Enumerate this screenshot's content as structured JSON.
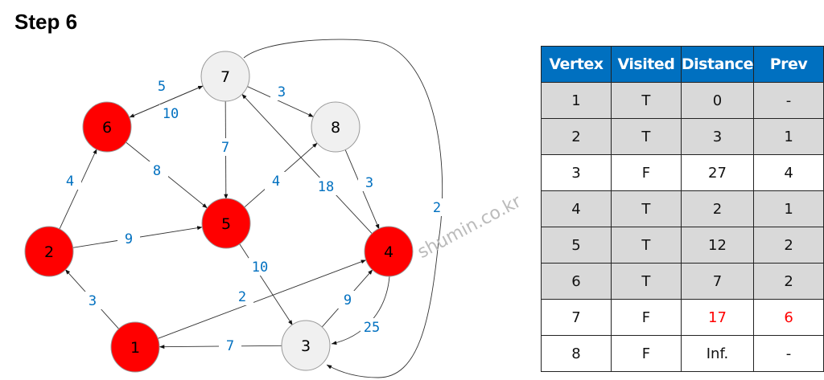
{
  "title": "Step 6",
  "watermark": "shumin.co.kr",
  "colors": {
    "visited": "#ff0000",
    "unvisited": "#f0f0f0",
    "edge_label": "#0070c0",
    "header": "#0070c0",
    "highlight": "#ff0000"
  },
  "graph": {
    "nodes": [
      {
        "id": "1",
        "visited": true
      },
      {
        "id": "2",
        "visited": true
      },
      {
        "id": "3",
        "visited": false
      },
      {
        "id": "4",
        "visited": true
      },
      {
        "id": "5",
        "visited": true
      },
      {
        "id": "6",
        "visited": true
      },
      {
        "id": "7",
        "visited": false
      },
      {
        "id": "8",
        "visited": false
      }
    ],
    "edges": [
      {
        "from": "7",
        "to": "6",
        "weight": "5"
      },
      {
        "from": "6",
        "to": "7",
        "weight": "10"
      },
      {
        "from": "7",
        "to": "8",
        "weight": "3"
      },
      {
        "from": "7",
        "to": "5",
        "weight": "7"
      },
      {
        "from": "6",
        "to": "5",
        "weight": "8"
      },
      {
        "from": "5",
        "to": "8",
        "weight": "4"
      },
      {
        "from": "4",
        "to": "7",
        "weight": "18"
      },
      {
        "from": "8",
        "to": "4",
        "weight": "3"
      },
      {
        "from": "2",
        "to": "6",
        "weight": "4"
      },
      {
        "from": "2",
        "to": "5",
        "weight": "9"
      },
      {
        "from": "5",
        "to": "3",
        "weight": "10"
      },
      {
        "from": "1",
        "to": "2",
        "weight": "3"
      },
      {
        "from": "1",
        "to": "4",
        "weight": "2"
      },
      {
        "from": "3",
        "to": "4",
        "weight": "9"
      },
      {
        "from": "4",
        "to": "3",
        "weight": "25"
      },
      {
        "from": "3",
        "to": "1",
        "weight": "7"
      },
      {
        "from": "7",
        "to": "3",
        "weight": "2"
      }
    ]
  },
  "table": {
    "headers": [
      "Vertex",
      "Visited",
      "Distance",
      "Prev"
    ],
    "rows": [
      {
        "vertex": "1",
        "visited": "T",
        "distance": "0",
        "prev": "-",
        "highlight": false
      },
      {
        "vertex": "2",
        "visited": "T",
        "distance": "3",
        "prev": "1",
        "highlight": false
      },
      {
        "vertex": "3",
        "visited": "F",
        "distance": "27",
        "prev": "4",
        "highlight": false
      },
      {
        "vertex": "4",
        "visited": "T",
        "distance": "2",
        "prev": "1",
        "highlight": false
      },
      {
        "vertex": "5",
        "visited": "T",
        "distance": "12",
        "prev": "2",
        "highlight": false
      },
      {
        "vertex": "6",
        "visited": "T",
        "distance": "7",
        "prev": "2",
        "highlight": false
      },
      {
        "vertex": "7",
        "visited": "F",
        "distance": "17",
        "prev": "6",
        "highlight": true
      },
      {
        "vertex": "8",
        "visited": "F",
        "distance": "Inf.",
        "prev": "-",
        "highlight": false
      }
    ]
  }
}
